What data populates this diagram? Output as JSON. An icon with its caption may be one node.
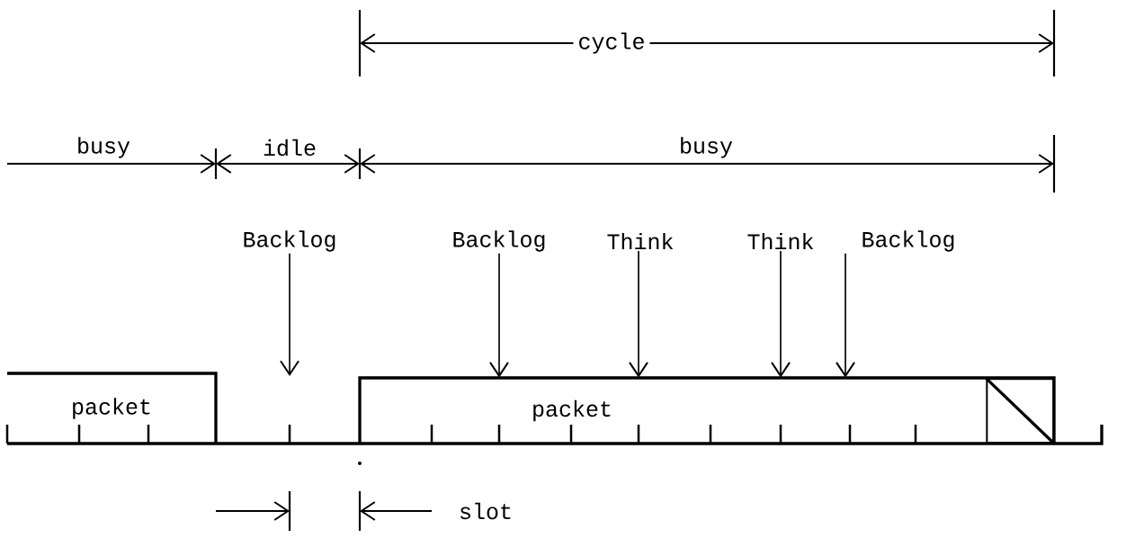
{
  "diagram": {
    "nodes": [
      {
        "text": [
          "Backlog"
        ]
      },
      {
        "text": [
          "Backlog"
        ]
      },
      {
        "text": [
          "Think"
        ]
      },
      {
        "text": [
          "Think"
        ]
      },
      {
        "text": [
          "Backlog"
        ]
      },
      {
        "text": [
          "packet"
        ]
      },
      {
        "text": [
          "packet"
        ]
      },
      {
        "text": [],
        "shape": "box",
        "in": 6
      }
    ],
    "edges": [
      {
        "from": 0,
        "to": null,
        "arrow": "to"
      },
      {
        "from": 1,
        "to": 6,
        "arrow": "to"
      },
      {
        "from": 2,
        "to": 6,
        "arrow": "to"
      },
      {
        "from": 3,
        "to": 6,
        "arrow": "to"
      },
      {
        "from": 4,
        "to": 6,
        "arrow": "to"
      }
    ],
    "labels": [
      "cycle",
      "busy",
      "idle",
      "busy",
      "slot"
    ]
  }
}
